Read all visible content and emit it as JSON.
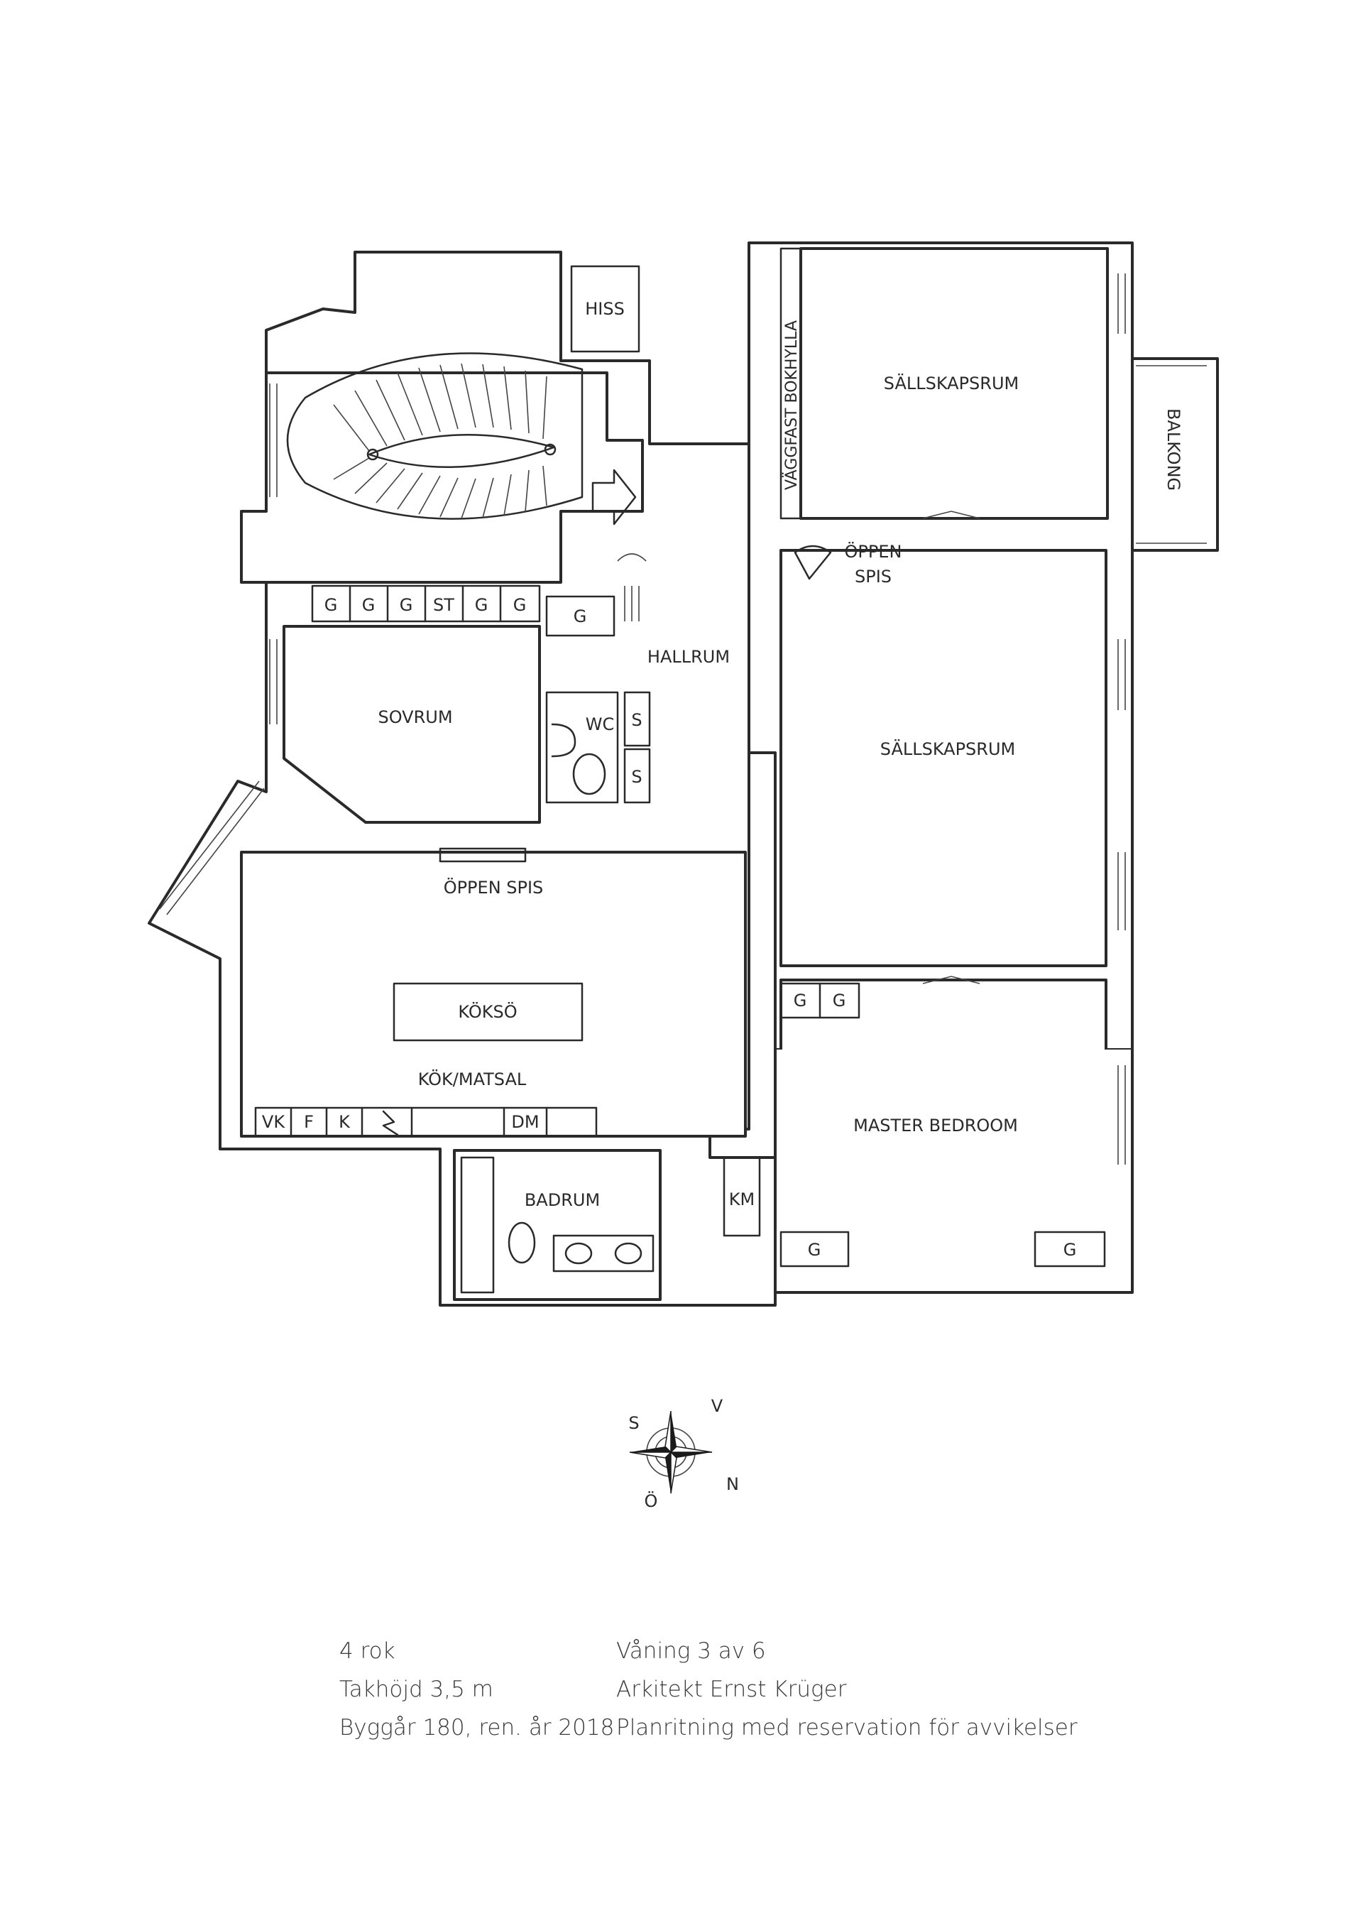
{
  "rooms": {
    "hiss": "HISS",
    "bokhylla": "VÄGGFAST BOKHYLLA",
    "sallskapsrum_top": "SÄLLSKAPSRUM",
    "balkong": "BALKONG",
    "oppen_spis_right_1": "ÖPPEN",
    "oppen_spis_right_2": "SPIS",
    "hallrum": "HALLRUM",
    "sovrum": "SOVRUM",
    "wc": "WC",
    "sallskapsrum_mid": "SÄLLSKAPSRUM",
    "oppen_spis_left": "ÖPPEN SPIS",
    "kokso": "KÖKSÖ",
    "kok_matsal": "KÖK/MATSAL",
    "master_bedroom": "MASTER BEDROOM",
    "badrum": "BADRUM"
  },
  "storage": {
    "closet_row": [
      "G",
      "G",
      "G",
      "ST",
      "G",
      "G"
    ],
    "hall_closet": "G",
    "wc_shelves": [
      "S",
      "S"
    ],
    "master_top": [
      "G",
      "G"
    ],
    "master_bottom_left": "G",
    "master_bottom_right": "G",
    "kitchen_units": [
      "VK",
      "F",
      "K"
    ],
    "dishwasher": "DM",
    "washer": "KM"
  },
  "compass": {
    "n": "N",
    "s": "S",
    "e": "Ö",
    "w": "V"
  },
  "info": {
    "left": [
      "4 rok",
      "Takhöjd 3,5 m",
      "Byggår 180, ren. år 2018"
    ],
    "right": [
      "Våning 3 av 6",
      "Arkitekt Ernst Krüger",
      "Planritning med reservation för avvikelser"
    ]
  }
}
